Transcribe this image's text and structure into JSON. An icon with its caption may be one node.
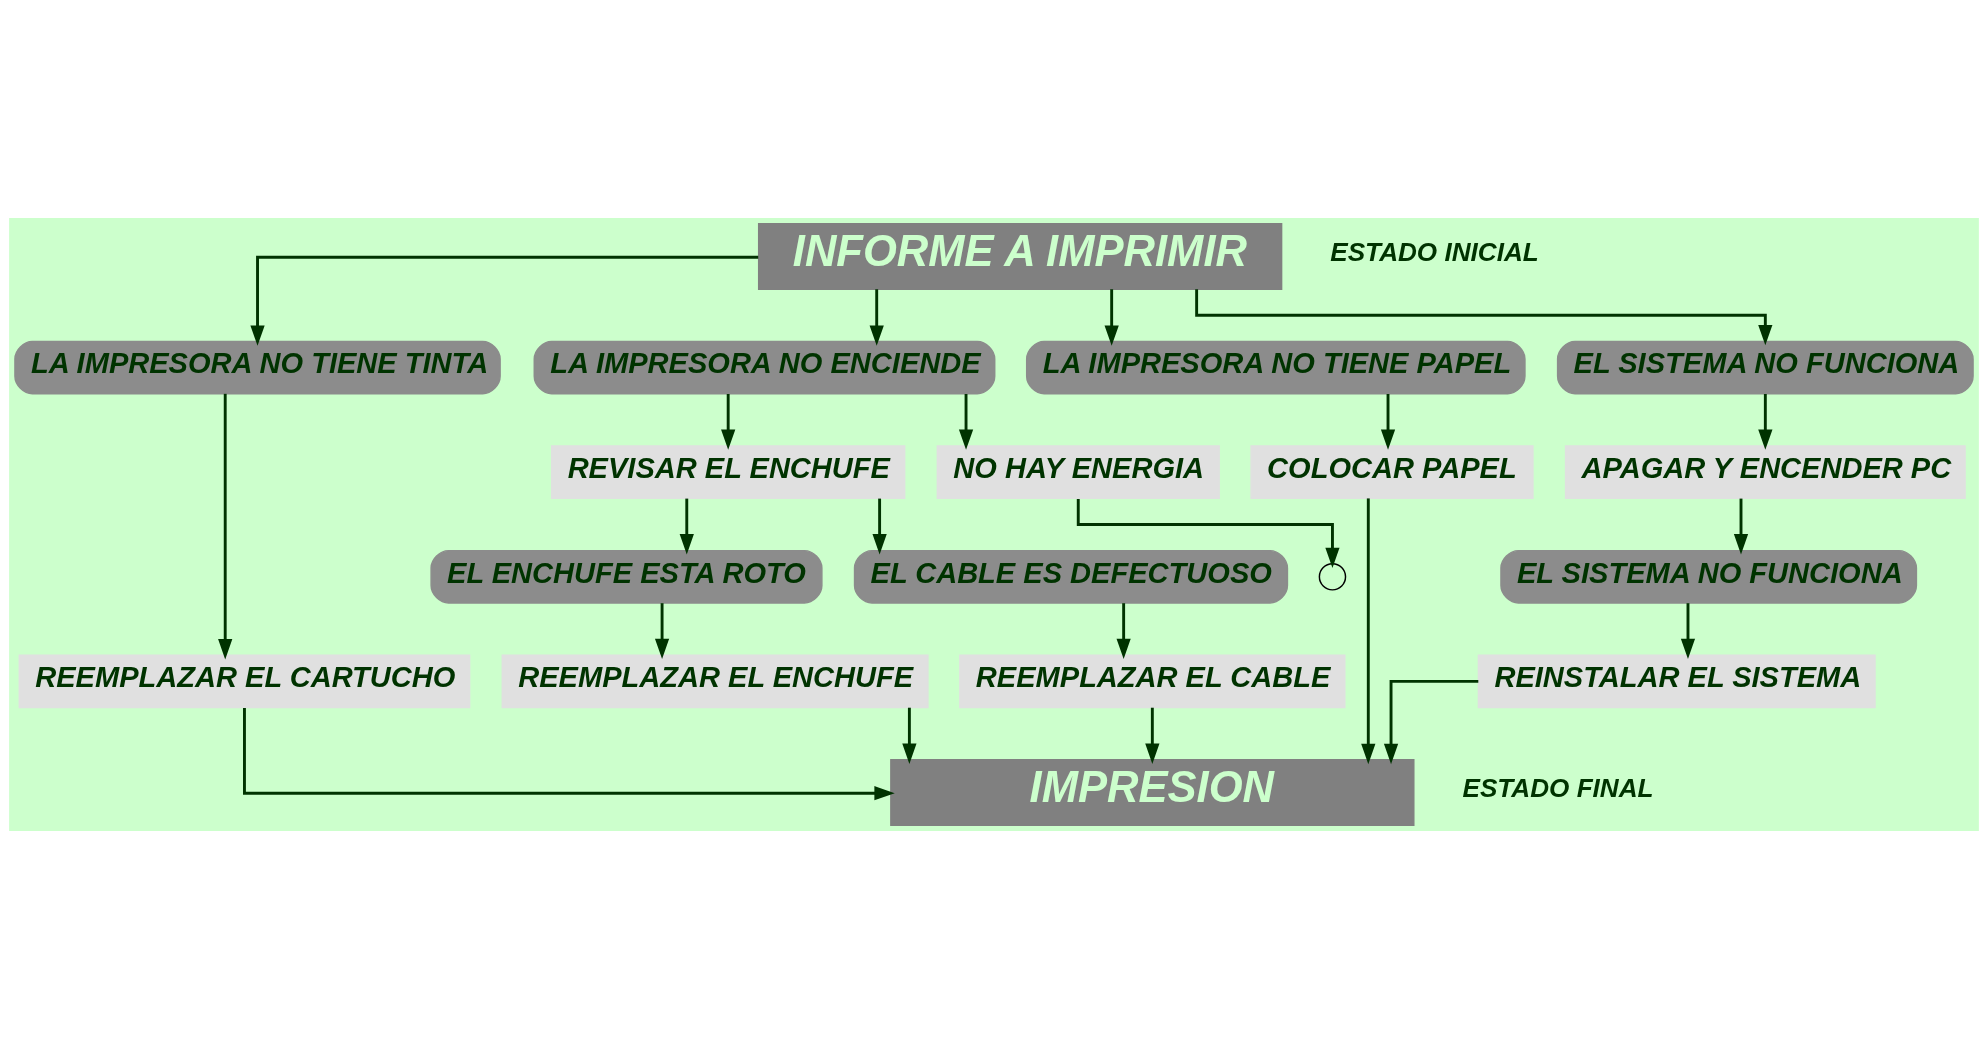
{
  "diagram": {
    "nodes": [
      {
        "text": [
          "INFORME A IMPRIMIR"
        ],
        "beside": [
          "ESTADO INICIAL"
        ]
      },
      {
        "text": [
          "LA IMPRESORA NO TIENE TINTA"
        ]
      },
      {
        "text": [
          "LA IMPRESORA NO ENCIENDE"
        ]
      },
      {
        "text": [
          "LA IMPRESORA NO TIENE PAPEL"
        ]
      },
      {
        "text": [
          "EL SISTEMA NO FUNCIONA"
        ]
      },
      {
        "text": [
          "REEMPLAZAR EL CARTUCHO"
        ]
      },
      {
        "text": [
          "REVISAR EL ENCHUFE"
        ]
      },
      {
        "text": [
          "NO HAY ENERGIA"
        ]
      },
      {
        "text": [
          "COLOCAR PAPEL"
        ]
      },
      {
        "text": [
          "APAGAR Y ENCENDER PC"
        ]
      },
      {
        "text": [],
        "shape": "circle"
      },
      {
        "text": [
          "EL ENCHUFE ESTA ROTO"
        ]
      },
      {
        "text": [
          "EL CABLE ES DEFECTUOSO"
        ]
      },
      {
        "text": [
          "EL SISTEMA NO FUNCIONA"
        ]
      },
      {
        "text": [
          "REEMPLAZAR EL ENCHUFE"
        ]
      },
      {
        "text": [
          "REEMPLAZAR EL CABLE"
        ]
      },
      {
        "text": [
          "REINSTALAR EL SISTEMA"
        ]
      },
      {
        "text": [
          "IMPRESION"
        ],
        "beside": [
          "ESTADO FINAL"
        ]
      }
    ],
    "edges": [
      {
        "from": 0,
        "to": 1,
        "arrow": "to"
      },
      {
        "from": 0,
        "to": 2,
        "arrow": "to"
      },
      {
        "from": 0,
        "to": 3,
        "arrow": "to"
      },
      {
        "from": 0,
        "to": 4,
        "arrow": "to"
      },
      {
        "from": 1,
        "to": 5,
        "arrow": "to"
      },
      {
        "from": 2,
        "to": 6,
        "arrow": "to"
      },
      {
        "from": 2,
        "to": 7,
        "arrow": "to"
      },
      {
        "from": 3,
        "to": 8,
        "arrow": "to"
      },
      {
        "from": 4,
        "to": 9,
        "arrow": "to"
      },
      {
        "from": 6,
        "to": 11,
        "arrow": "to"
      },
      {
        "from": 6,
        "to": 12,
        "arrow": "to"
      },
      {
        "from": 7,
        "to": 10,
        "arrow": "to"
      },
      {
        "from": 9,
        "to": 13,
        "arrow": "to"
      },
      {
        "from": 11,
        "to": 14,
        "arrow": "to"
      },
      {
        "from": 12,
        "to": 15,
        "arrow": "to"
      },
      {
        "from": 13,
        "to": 16,
        "arrow": "to"
      },
      {
        "from": 5,
        "to": 17,
        "arrow": "to"
      },
      {
        "from": 8,
        "to": 17,
        "arrow": "to"
      },
      {
        "from": 14,
        "to": 17,
        "arrow": "to"
      },
      {
        "from": 15,
        "to": 17,
        "arrow": "to"
      },
      {
        "from": 16,
        "to": 17,
        "arrow": "to"
      }
    ]
  }
}
